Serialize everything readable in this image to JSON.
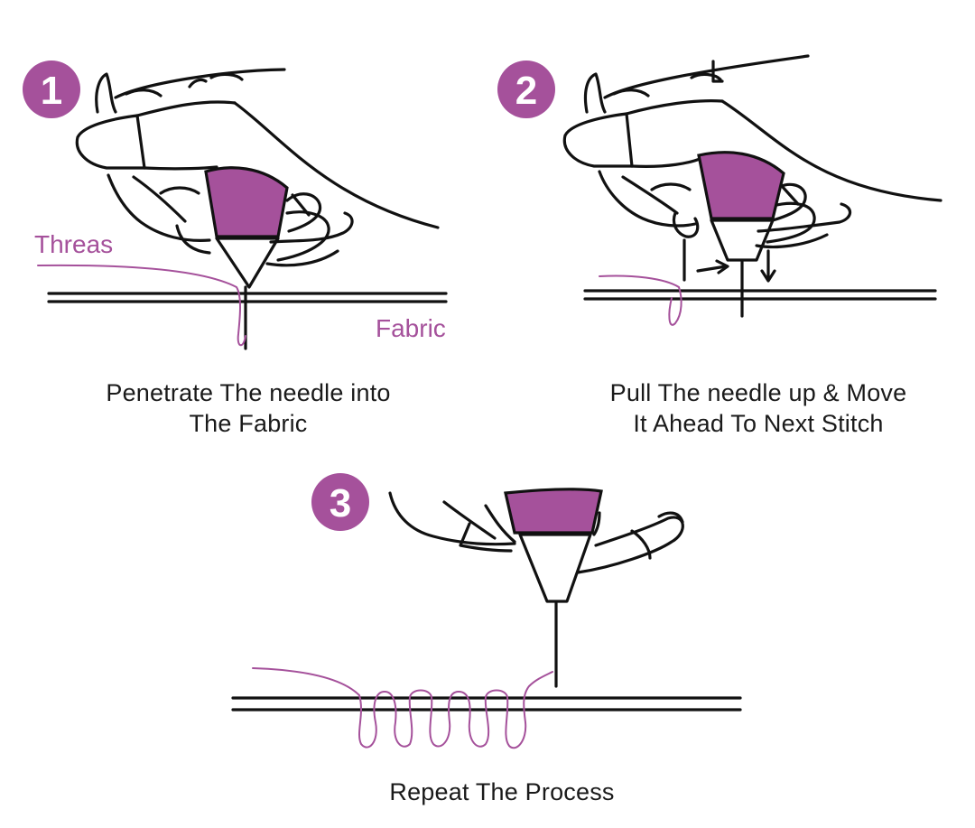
{
  "colors": {
    "accent": "#a5519b",
    "ink": "#111111"
  },
  "steps": [
    {
      "number": "1",
      "caption_line1": "Penetrate The needle into",
      "caption_line2": "The Fabric",
      "labels": {
        "thread": "Threas",
        "fabric": "Fabric"
      }
    },
    {
      "number": "2",
      "caption_line1": "Pull The needle up & Move",
      "caption_line2": "It Ahead To Next Stitch"
    },
    {
      "number": "3",
      "caption_line1": "Repeat The Process"
    }
  ]
}
